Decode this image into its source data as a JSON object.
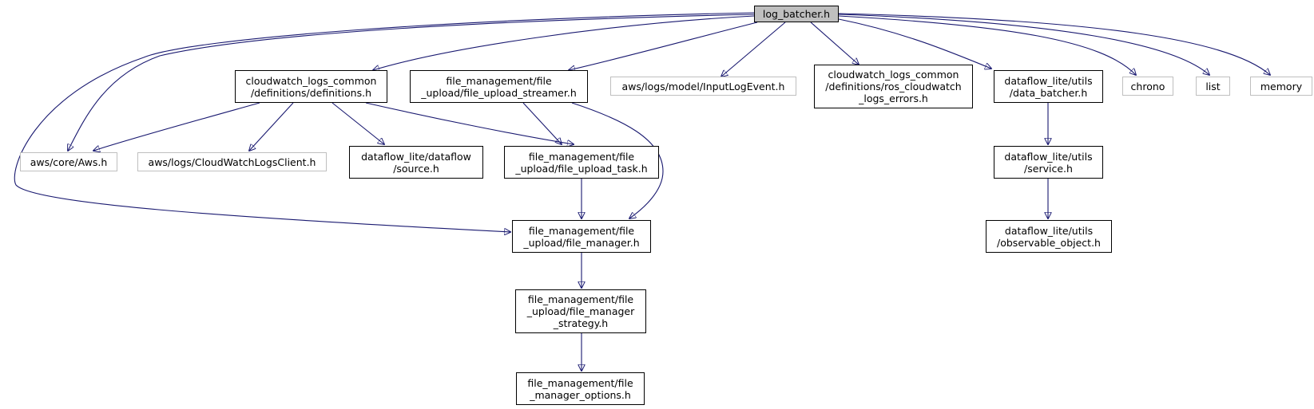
{
  "graph": {
    "colors": {
      "edge": "#191970",
      "root_fill": "#bfbfbf",
      "local_border": "#000000",
      "external_border": "#bfbfbf"
    },
    "nodes": {
      "log_batcher": {
        "label": "log_batcher.h",
        "kind": "root"
      },
      "definitions": {
        "label": "cloudwatch_logs_common\n/definitions/definitions.h",
        "kind": "local"
      },
      "file_upload_streamer": {
        "label": "file_management/file\n_upload/file_upload_streamer.h",
        "kind": "local"
      },
      "input_log_event": {
        "label": "aws/logs/model/InputLogEvent.h",
        "kind": "external"
      },
      "ros_cloudwatch_logs_errors": {
        "label": "cloudwatch_logs_common\n/definitions/ros_cloudwatch\n_logs_errors.h",
        "kind": "local"
      },
      "data_batcher": {
        "label": "dataflow_lite/utils\n/data_batcher.h",
        "kind": "local"
      },
      "chrono": {
        "label": "chrono",
        "kind": "external"
      },
      "list": {
        "label": "list",
        "kind": "external"
      },
      "memory": {
        "label": "memory",
        "kind": "external"
      },
      "aws_core": {
        "label": "aws/core/Aws.h",
        "kind": "external"
      },
      "cloudwatch_logs_client": {
        "label": "aws/logs/CloudWatchLogsClient.h",
        "kind": "external"
      },
      "dataflow_source": {
        "label": "dataflow_lite/dataflow\n/source.h",
        "kind": "local"
      },
      "file_upload_task": {
        "label": "file_management/file\n_upload/file_upload_task.h",
        "kind": "local"
      },
      "service": {
        "label": "dataflow_lite/utils\n/service.h",
        "kind": "local"
      },
      "file_manager": {
        "label": "file_management/file\n_upload/file_manager.h",
        "kind": "local"
      },
      "observable_object": {
        "label": "dataflow_lite/utils\n/observable_object.h",
        "kind": "local"
      },
      "file_manager_strategy": {
        "label": "file_management/file\n_upload/file_manager\n_strategy.h",
        "kind": "local"
      },
      "file_manager_options": {
        "label": "file_management/file\n_manager_options.h",
        "kind": "local"
      }
    },
    "edges": [
      [
        "log_batcher",
        "definitions"
      ],
      [
        "log_batcher",
        "file_upload_streamer"
      ],
      [
        "log_batcher",
        "input_log_event"
      ],
      [
        "log_batcher",
        "ros_cloudwatch_logs_errors"
      ],
      [
        "log_batcher",
        "data_batcher"
      ],
      [
        "log_batcher",
        "chrono"
      ],
      [
        "log_batcher",
        "list"
      ],
      [
        "log_batcher",
        "memory"
      ],
      [
        "log_batcher",
        "aws_core"
      ],
      [
        "log_batcher",
        "file_manager"
      ],
      [
        "definitions",
        "aws_core"
      ],
      [
        "definitions",
        "cloudwatch_logs_client"
      ],
      [
        "definitions",
        "dataflow_source"
      ],
      [
        "definitions",
        "file_upload_task"
      ],
      [
        "file_upload_streamer",
        "file_upload_task"
      ],
      [
        "file_upload_streamer",
        "file_manager"
      ],
      [
        "file_upload_task",
        "file_manager"
      ],
      [
        "file_manager",
        "file_manager_strategy"
      ],
      [
        "file_manager_strategy",
        "file_manager_options"
      ],
      [
        "data_batcher",
        "service"
      ],
      [
        "service",
        "observable_object"
      ]
    ]
  }
}
